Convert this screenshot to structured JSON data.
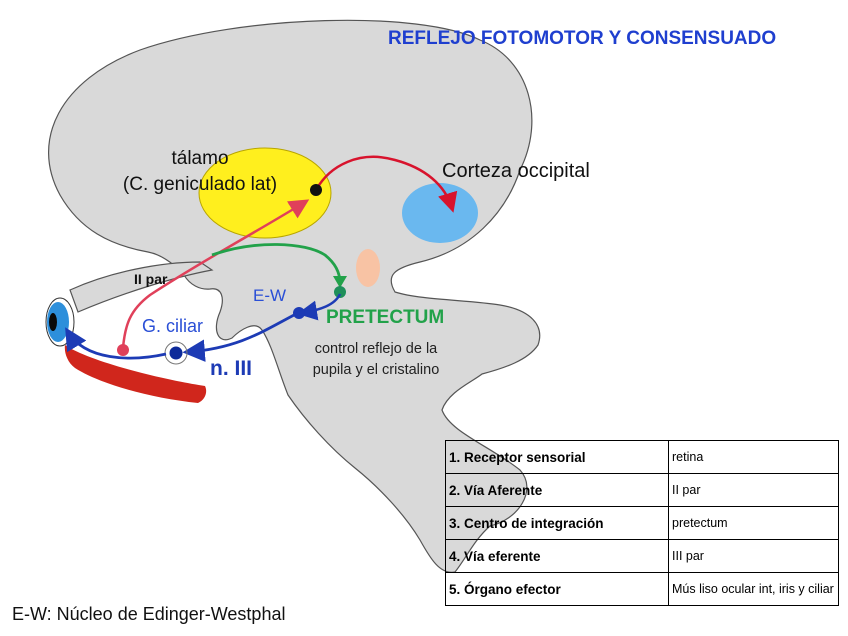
{
  "title": "REFLEJO FOTOMOTOR Y CONSENSUADO",
  "labels": {
    "talamo_line1": "tálamo",
    "talamo_line2": "(C. geniculado lat)",
    "corteza": "Corteza occipital",
    "ii_par": "II par",
    "ew": "E-W",
    "g_ciliar": "G. ciliar",
    "pretectum": "PRETECTUM",
    "n_iii": "n. III",
    "control_line1": "control reflejo de la",
    "control_line2": "pupila y el cristalino"
  },
  "table": {
    "rows": [
      {
        "key": "1. Receptor sensorial",
        "value": "retina"
      },
      {
        "key": "2. Vía Aferente",
        "value": "II par"
      },
      {
        "key": "3. Centro de integración",
        "value": "pretectum"
      },
      {
        "key": "4. Vía eferente",
        "value": "III par"
      },
      {
        "key": "5. Órgano efector",
        "value": "Mús liso ocular int, iris y ciliar"
      }
    ]
  },
  "footnote": "E-W: Núcleo de Edinger-Westphal",
  "colors": {
    "brain": "#d9d9d9",
    "thalamus": "#ffef1e",
    "cortex": "#6ab8ef",
    "pretectum_nucleus": "#f8c3a4",
    "afferent": "#e0405a",
    "efferent": "#1d3bb5",
    "pretectal_path": "#22a24a",
    "cortical_path": "#d8132d",
    "muscle": "#d0261c",
    "eye": "#2d8fdb"
  }
}
